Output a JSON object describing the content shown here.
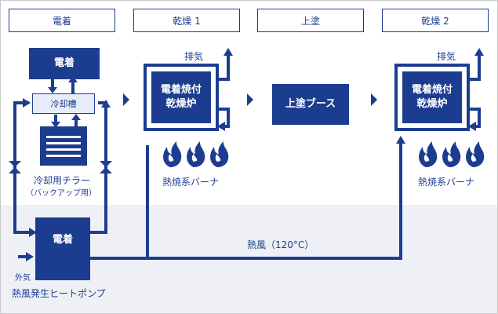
{
  "steps": [
    "電着",
    "乾燥 1",
    "上塗",
    "乾燥 2"
  ],
  "nodes": {
    "electro_top": "電着",
    "cooling_tank": "冷却槽",
    "chiller_label": "冷却用チラー",
    "chiller_sub": "（バックアップ用）",
    "dryer1": [
      "電着焼付",
      "乾燥炉"
    ],
    "booth": "上塗ブース",
    "dryer2": [
      "電着焼付",
      "乾燥炉"
    ],
    "electro_bottom": "電着",
    "heat_pump": "熱風発生ヒートポンプ"
  },
  "labels": {
    "exhaust1": "排気",
    "exhaust2": "排気",
    "burner1": "熱焼系バーナ",
    "burner2": "熱焼系バーナ",
    "hot_air": "熱風（120°C）",
    "outside_air": "外気"
  },
  "colors": {
    "primary": "#1c3d8f",
    "band": "#eef0f5",
    "tank": "#e6ecf8"
  },
  "icons": [
    "flame-icon",
    "valve-icon",
    "arrow-icon"
  ]
}
